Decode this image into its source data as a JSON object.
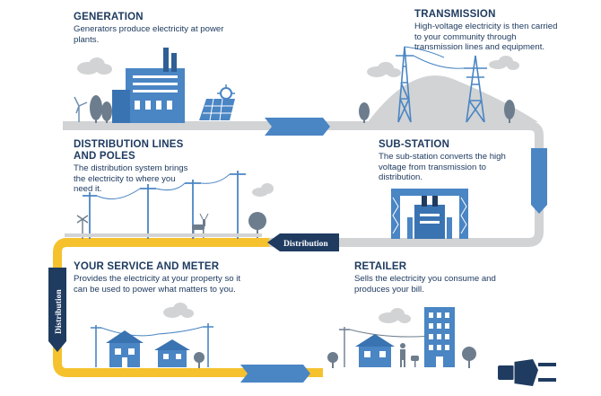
{
  "stages": {
    "generation": {
      "title": "GENERATION",
      "body": "Generators produce electricity at power plants."
    },
    "transmission": {
      "title": "TRANSMISSION",
      "body": "High-voltage electricity is then carried to your community through transmission lines and equipment."
    },
    "distribution": {
      "title": "DISTRIBUTION LINES AND POLES",
      "body": "The distribution system brings the electricity to where you need it."
    },
    "substation": {
      "title": "SUB-STATION",
      "body": "The sub-station converts the high voltage from transmission to distribution."
    },
    "service": {
      "title": "YOUR SERVICE AND METER",
      "body": "Provides the electricity at your property so it can be used to power what matters to you."
    },
    "retailer": {
      "title": "RETAILER",
      "body": "Sells the electricity you consume and produces your bill."
    }
  },
  "flow_labels": {
    "distribution_horizontal": "Distribution",
    "distribution_vertical": "Distribution"
  },
  "icons": [
    "factory-icon",
    "wind-turbine-icon",
    "solar-panel-icon",
    "transmission-tower-icon",
    "substation-icon",
    "utility-pole-icon",
    "house-icon",
    "office-building-icon",
    "electric-plug-icon",
    "tree-icon",
    "deer-icon",
    "cloud-icon"
  ],
  "colors": {
    "navy": "#1f3b60",
    "blue": "#4a85c4",
    "grey": "#d1d3d4",
    "yellow": "#f5c22e",
    "text": "#1f3b60"
  }
}
